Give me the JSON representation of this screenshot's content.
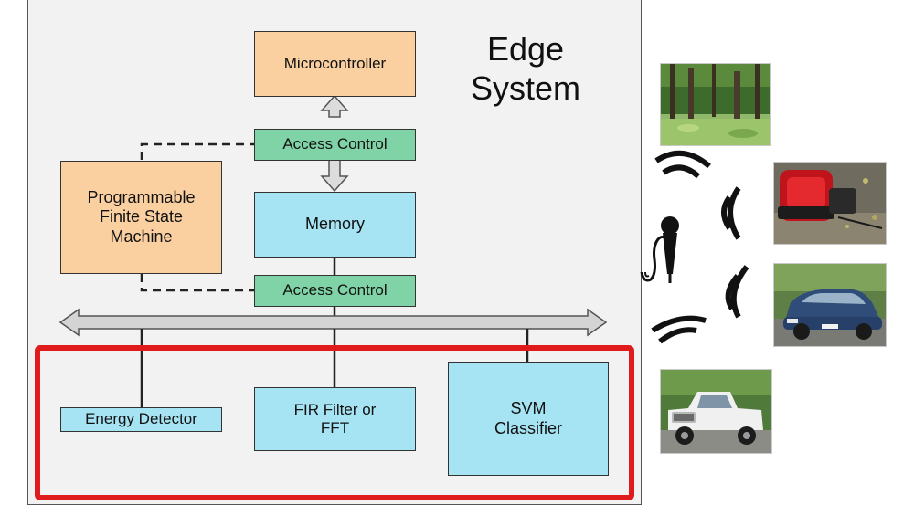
{
  "title": "Edge System",
  "blocks": {
    "microcontroller": "Microcontroller",
    "access_control_top": "Access Control",
    "memory": "Memory",
    "access_control_bottom": "Access Control",
    "fsm": "Programmable Finite State Machine",
    "energy_detector": "Energy Detector",
    "fir_filter": "FIR Filter or FFT",
    "svm_classifier": "SVM Classifier"
  },
  "colors": {
    "orange_block": "#fbd0a1",
    "green_block": "#7fd3a6",
    "blue_block": "#a6e3f3",
    "highlight": "#e01b1b",
    "panel": "#f2f2f2",
    "bus": "#d4d4d4"
  },
  "sound_sources": [
    {
      "icon": "forest-photo"
    },
    {
      "icon": "generator-photo"
    },
    {
      "icon": "sedan-car-photo"
    },
    {
      "icon": "pickup-truck-photo"
    }
  ],
  "microphone_icon": "microphone-icon"
}
